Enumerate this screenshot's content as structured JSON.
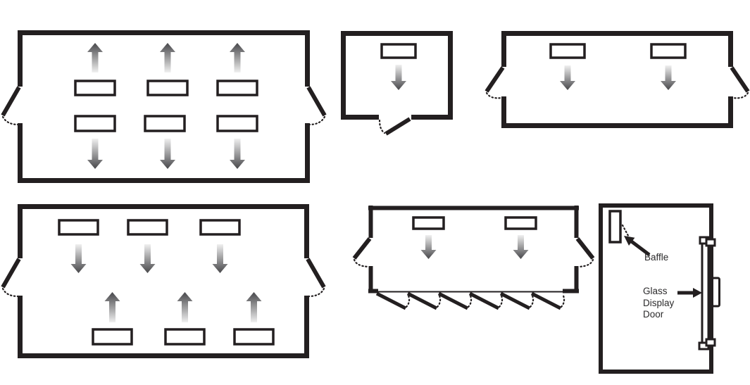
{
  "labels": {
    "baffle": "Baffle",
    "glass_display_door": "Glass\nDisplay\nDoor"
  },
  "colors": {
    "line": "#231f20",
    "text": "#2b2a2b",
    "background": "#ffffff",
    "arrow_dark": "#47474a",
    "arrow_light": "#f0f0f0"
  },
  "icons": {
    "airflow_up": "up-arrow-icon",
    "airflow_down": "down-arrow-icon",
    "baffle_pointer": "arrow-up-left-icon",
    "door_pointer": "arrow-right-icon",
    "door_swing": "door-flap-icon"
  },
  "diagrams": [
    {
      "id": "case-top-left",
      "vents": [
        [
          107,
          115,
          56,
          20
        ],
        [
          210,
          115,
          56,
          20
        ],
        [
          309,
          115,
          56,
          20
        ],
        [
          107,
          165,
          56,
          21
        ],
        [
          206,
          165,
          56,
          21
        ],
        [
          309,
          165,
          56,
          21
        ]
      ],
      "arrows": [
        [
          135,
          61,
          103
        ],
        [
          238,
          61,
          103
        ],
        [
          337,
          61,
          103
        ],
        [
          135,
          240,
          197
        ],
        [
          238,
          240,
          197
        ],
        [
          337,
          240,
          197
        ]
      ]
    },
    {
      "id": "case-top-middle",
      "vents": [
        [
          542,
          63,
          48,
          19
        ]
      ],
      "arrows": [
        [
          566,
          128,
          92
        ]
      ]
    },
    {
      "id": "case-top-right",
      "vents": [
        [
          782,
          63,
          48,
          19
        ],
        [
          925,
          63,
          48,
          19
        ]
      ],
      "arrows": [
        [
          806,
          128,
          93
        ],
        [
          949,
          128,
          93
        ]
      ]
    },
    {
      "id": "case-bottom-left",
      "vents": [
        [
          84,
          313,
          55,
          20
        ],
        [
          182,
          313,
          55,
          20
        ],
        [
          285,
          313,
          55,
          20
        ],
        [
          132,
          468,
          55,
          21
        ],
        [
          235,
          468,
          55,
          21
        ],
        [
          333,
          468,
          55,
          21
        ]
      ],
      "arrows": [
        [
          111.5,
          388,
          347
        ],
        [
          209.5,
          388,
          347
        ],
        [
          312.5,
          388,
          347
        ],
        [
          159.5,
          415,
          458
        ],
        [
          262.5,
          415,
          458
        ],
        [
          360.5,
          415,
          458
        ]
      ]
    },
    {
      "id": "case-bottom-middle",
      "vents": [
        [
          587,
          309,
          43,
          16
        ],
        [
          718,
          309,
          43,
          16
        ]
      ],
      "arrows": [
        [
          608.5,
          368,
          334
        ],
        [
          739.5,
          368,
          334
        ]
      ],
      "bottom_flap_hinges": [
        535,
        579,
        623,
        667,
        711,
        755
      ]
    },
    {
      "id": "case-glass-door",
      "vents": [],
      "arrows": []
    }
  ]
}
